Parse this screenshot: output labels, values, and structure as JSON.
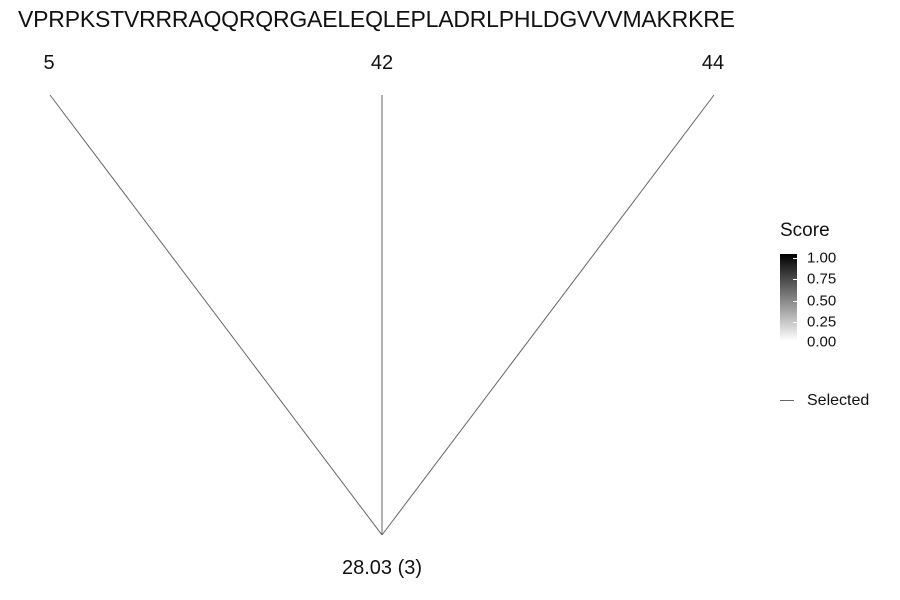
{
  "sequence": "VPRPKSTVRRRAQQRQRGAELEQLEPLADRLPHLDGVVVMAKRKRE",
  "leaves": [
    {
      "label": "5"
    },
    {
      "label": "42"
    },
    {
      "label": "44"
    }
  ],
  "root": {
    "label": "28.03 (3)"
  },
  "legend": {
    "title": "Score",
    "ticks": [
      "1.00",
      "0.75",
      "0.50",
      "0.25",
      "0.00"
    ],
    "selected_label": "Selected"
  },
  "colors": {
    "edge": "#666666",
    "score_high": "#000000",
    "score_low": "#ffffff"
  }
}
